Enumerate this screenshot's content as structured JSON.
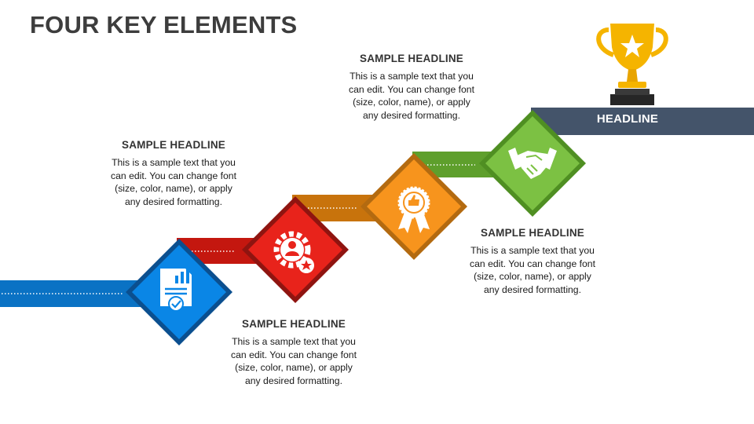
{
  "title": "FOUR KEY ELEMENTS",
  "headline_bar": {
    "label": "HEADLINE"
  },
  "steps": [
    {
      "headline": "SAMPLE HEADLINE",
      "body": "This is a sample text that you can edit. You can change font (size, color, name), or apply any desired formatting.",
      "color": "#0a86e6",
      "icon": "report-certificate-icon"
    },
    {
      "headline": "SAMPLE HEADLINE",
      "body": "This is a sample text that you can edit. You can change font (size, color, name), or apply any desired formatting.",
      "color": "#e8231b",
      "icon": "gear-person-star-icon"
    },
    {
      "headline": "SAMPLE HEADLINE",
      "body": "This is a sample text that you can edit. You can change font (size, color, name), or apply any desired formatting.",
      "color": "#f7941d",
      "icon": "award-rosette-icon"
    },
    {
      "headline": "SAMPLE HEADLINE",
      "body": "This is a sample text that you can edit. You can change font (size, color, name), or apply any desired formatting.",
      "color": "#7cc143",
      "icon": "handshake-icon"
    }
  ],
  "colors": {
    "title": "#3d3d3d",
    "headline_bar": "#44546a",
    "trophy": "#f5b400",
    "trophy_base": "#262626"
  }
}
